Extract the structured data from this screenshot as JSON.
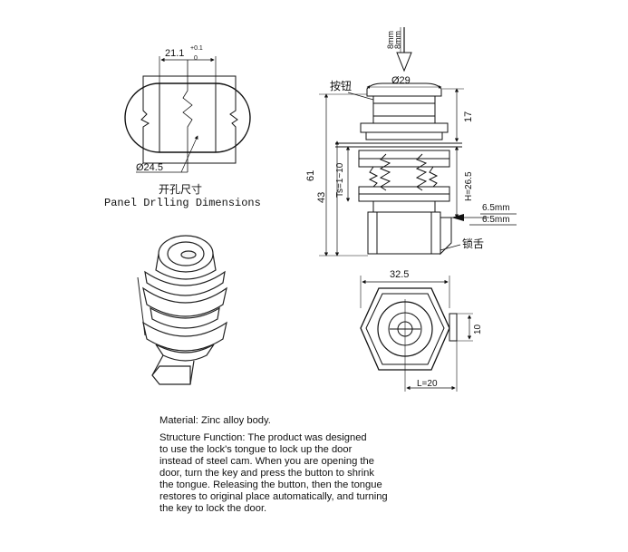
{
  "drilling": {
    "width_dim": "21.1",
    "tol_upper": "+0.1",
    "tol_lower": "0",
    "diameter": "Ø24.5",
    "caption_cn": "开孔尺寸",
    "caption_en": "Panel Drlling Dimensions"
  },
  "side_view": {
    "stroke_label_1": "8mm",
    "stroke_label_2": "8mm",
    "button_label": "按钮",
    "diameter": "Ø29",
    "dim_17": "17",
    "dim_61": "61",
    "dim_43": "43",
    "dim_ts": "Ts=1~10",
    "dim_h": "H=26.5",
    "dim_65a": "6.5mm",
    "dim_65b": "6.5mm",
    "tongue_label": "锁舌"
  },
  "top_view": {
    "dim_width": "32.5",
    "dim_10": "10",
    "dim_l": "L=20"
  },
  "description": {
    "material": "Material: Zinc alloy body.",
    "structure_lines": [
      "Structure Function: The product was designed",
      "to use the lock's tongue to lock up the door",
      "instead of steel cam. When you are opening the",
      "door, turn the key and press the button to shrink",
      "the tongue. Releasing the button, then the tongue",
      "restores to original place automatically, and turning",
      "the key to lock the door."
    ]
  }
}
